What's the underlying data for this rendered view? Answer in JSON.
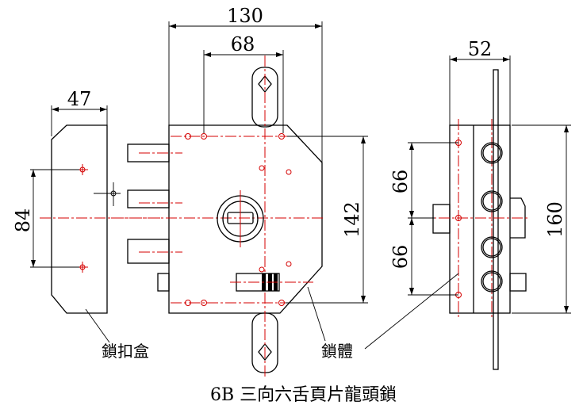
{
  "dimensions": {
    "top_width": "130",
    "inner_width": "68",
    "strike_width": "47",
    "strike_height": "84",
    "body_height": "142",
    "side_width": "52",
    "side_upper": "66",
    "side_lower": "66",
    "side_height": "160"
  },
  "labels": {
    "strike_box": "鎖扣盒",
    "lock_body": "鎖體"
  },
  "title": "6B 三向六舌頁片龍頭鎖",
  "colors": {
    "line": "#000000",
    "centerline": "#d40000"
  }
}
